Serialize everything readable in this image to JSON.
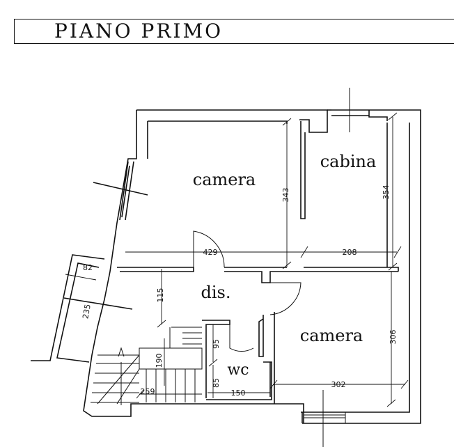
{
  "title": "PIANO PRIMO",
  "rooms": {
    "camera_1": "camera",
    "cabina": "cabina",
    "dis": "dis.",
    "camera_2": "camera",
    "wc": "wc"
  },
  "dimensions": {
    "d429": "429",
    "d208": "208",
    "d343": "343",
    "d354": "354",
    "d82": "82",
    "d235": "235",
    "d115": "115",
    "d95": "95",
    "d190": "190",
    "d85": "85",
    "d306": "306",
    "d302": "302",
    "d259": "259",
    "d150": "150"
  }
}
